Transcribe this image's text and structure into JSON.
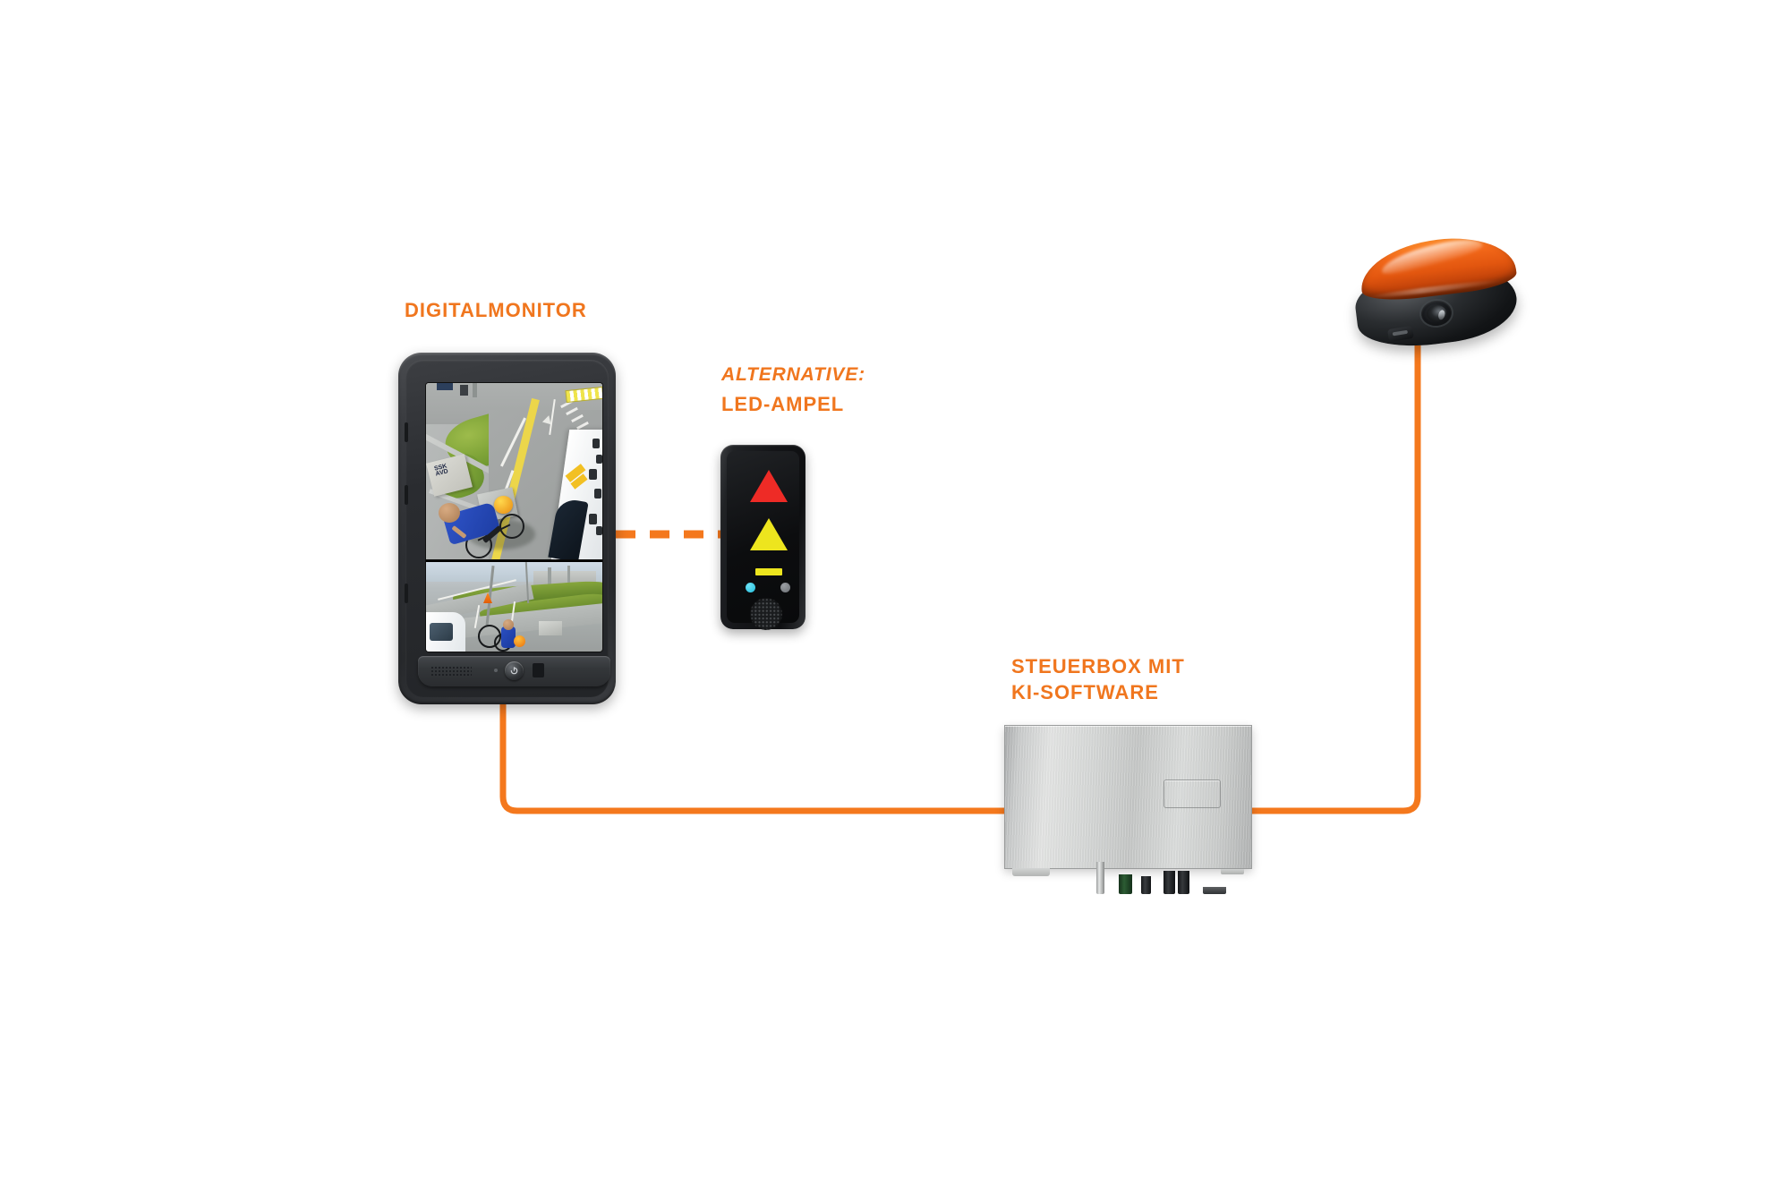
{
  "diagram": {
    "background_color": "#ffffff",
    "accent_color": "#F0761E",
    "cable_color": "#F4781D",
    "labels": {
      "monitor": "DIGITALMONITOR",
      "alternative_prefix": "ALTERNATIVE:",
      "alternative_device": "LED-AMPEL",
      "controlbox_line1": "STEUERBOX MIT",
      "controlbox_line2": "KI-SOFTWARE"
    },
    "components": [
      {
        "id": "digital-monitor",
        "label": "DIGITALMONITOR",
        "kind": "display",
        "screen": {
          "layout": "split-two-pane",
          "top_view": "top-down street camera: cyclist in blue shirt with orange helmet beside white truck, green verge, yellow road markings, graffiti concrete block",
          "bottom_view": "wide-angle mirror camera: cyclist on cycle path beside truck front, green strip, orange cone"
        },
        "controls": [
          "speaker-grille",
          "power-button",
          "ir-window",
          "status-led"
        ]
      },
      {
        "id": "led-ampel",
        "label": "LED-AMPEL",
        "kind": "led-signal",
        "indicators": [
          {
            "name": "red-triangle",
            "color": "#EE2B26"
          },
          {
            "name": "yellow-triangle",
            "color": "#EDE51E"
          },
          {
            "name": "yellow-bar",
            "color": "#EDE51E"
          },
          {
            "name": "cyan-dot",
            "color": "#22BEDD"
          },
          {
            "name": "gray-dot",
            "color": "#6B6F73"
          }
        ],
        "has_speaker": true
      },
      {
        "id": "steuerbox",
        "label": "STEUERBOX MIT KI-SOFTWARE",
        "kind": "control-unit",
        "housing_color": "#D5D7D6",
        "connectors": [
          "bnc",
          "bnc",
          "green-terminal",
          "black-small",
          "black-large",
          "black-large",
          "flat-tab"
        ]
      },
      {
        "id": "camera-sensor",
        "label": "",
        "kind": "camera",
        "top_shell_color": "#E2560F",
        "bottom_shell_color": "#121416"
      }
    ],
    "connections": [
      {
        "from": "digital-monitor",
        "to": "steuerbox",
        "style": "solid"
      },
      {
        "from": "steuerbox",
        "to": "camera-sensor",
        "style": "solid"
      },
      {
        "from": "digital-monitor",
        "to": "led-ampel",
        "style": "dashed"
      }
    ],
    "graffiti_text": "SSK\nAVD"
  }
}
